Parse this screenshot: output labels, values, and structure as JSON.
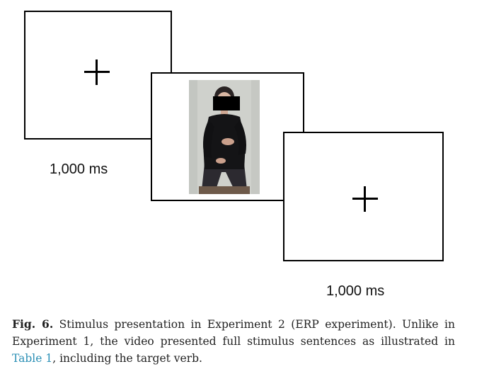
{
  "figure": {
    "panels": [
      {
        "content": "fixation-cross",
        "duration_label": "1,000 ms"
      },
      {
        "content": "video-still",
        "duration_label": ""
      },
      {
        "content": "fixation-cross",
        "duration_label": "1,000 ms"
      }
    ],
    "caption": {
      "label": "Fig. 6.",
      "text_1": " Stimulus presentation in Experiment 2 (ERP experiment). Unlike in Experiment 1, the video presented full stimulus sentences as illustrated in ",
      "link": "Table 1",
      "text_2": ", including the target verb."
    }
  },
  "colors": {
    "link": "#2a8fb5",
    "frame_border": "#000000",
    "photo_background": "#cfd1cc"
  }
}
